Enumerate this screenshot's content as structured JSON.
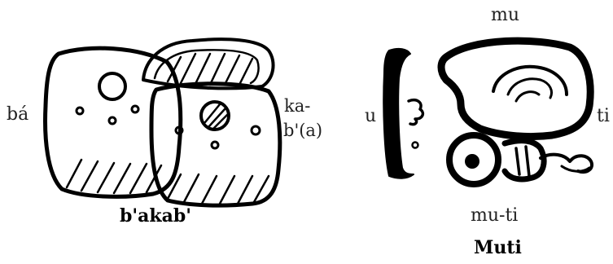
{
  "left_glyph": {
    "label_left": "bá",
    "label_right_top": "ka-",
    "label_right_bottom": "b'(a)",
    "caption": "b'akab'"
  },
  "right_glyph": {
    "label_top": "mu",
    "label_left": "u",
    "label_right": "ti",
    "label_bottom": "mu-ti",
    "caption": "Muti"
  }
}
